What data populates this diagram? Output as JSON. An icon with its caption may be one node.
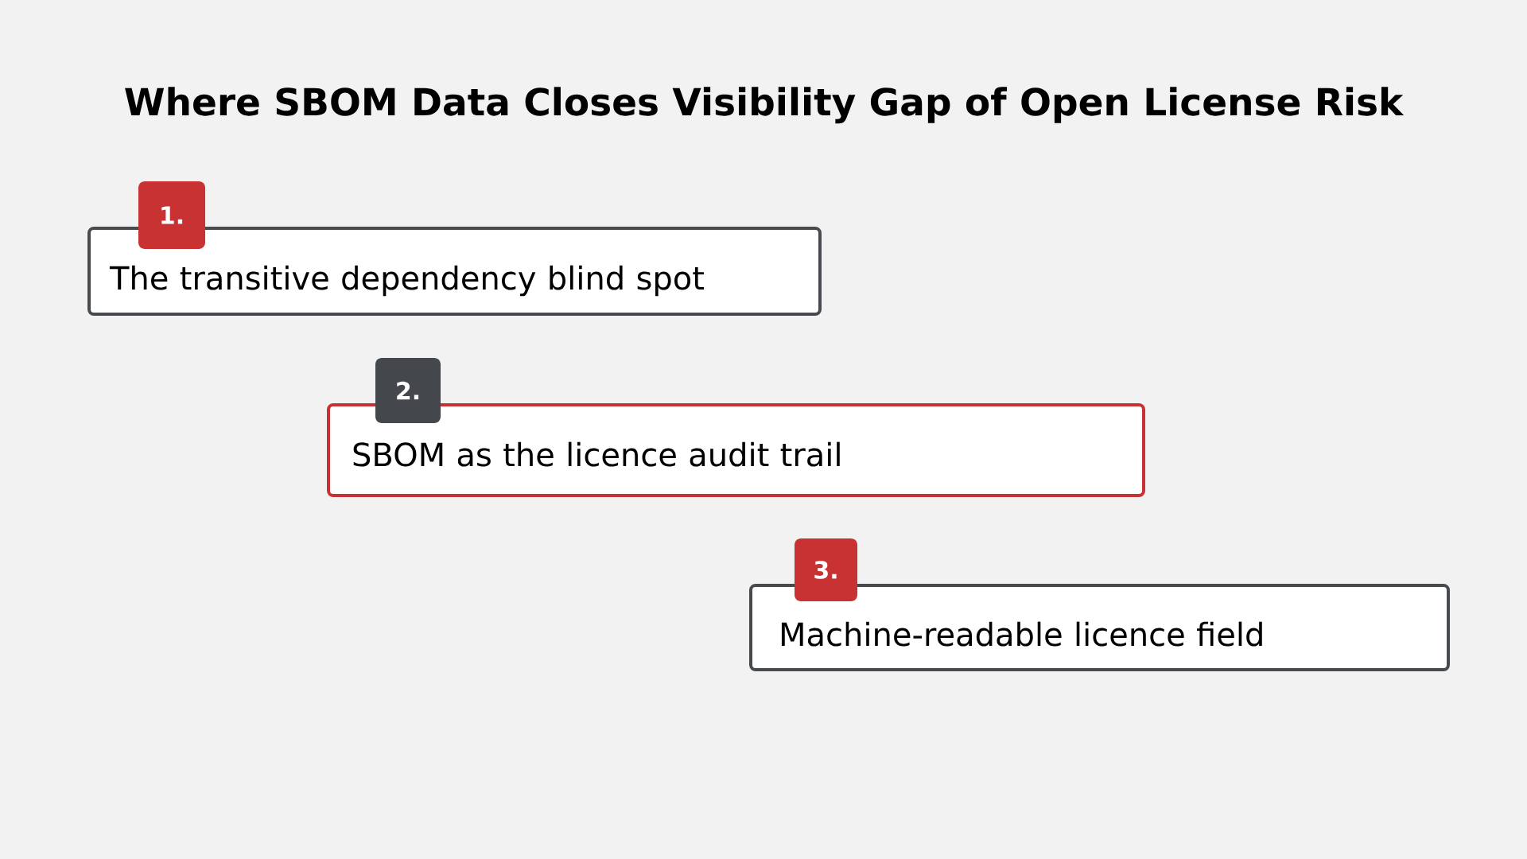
{
  "diagram": {
    "title": "Where SBOM Data Closes Visibility Gap of Open License Risk",
    "nodes": [
      {
        "text": [
          "1."
        ]
      },
      {
        "text": [
          "The transitive dependency blind spot"
        ]
      },
      {
        "text": [
          "2."
        ]
      },
      {
        "text": [
          "SBOM as the licence audit trail"
        ]
      },
      {
        "text": [
          "3."
        ]
      },
      {
        "text": [
          "Machine-readable licence field"
        ]
      }
    ]
  }
}
